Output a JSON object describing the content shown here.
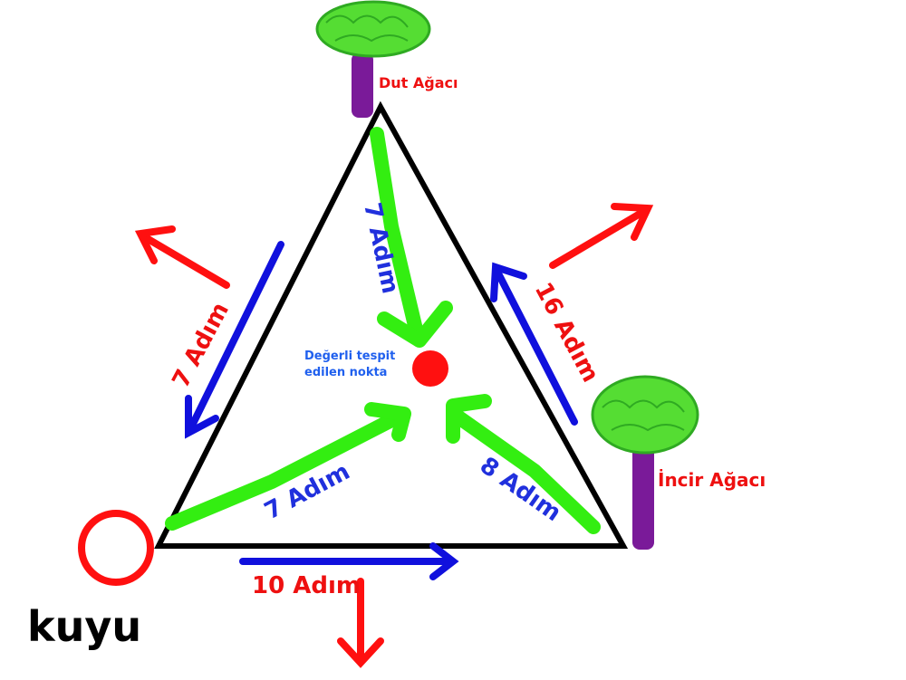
{
  "labels": {
    "top_tree": "Dut Ağacı",
    "right_tree": "İncir Ağacı",
    "well": "kuyu",
    "point_line1": "Değerli tespit",
    "point_line2": "edilen nokta",
    "left_side_steps": "7 Adım",
    "right_side_steps": "16 Adım",
    "bottom_side_steps": "10 Adım",
    "from_top_steps": "7 Adım",
    "from_left_steps": "7 Adım",
    "from_right_steps": "8 Adım"
  },
  "colors": {
    "triangle": "#000000",
    "path_arrow": "#33ee11",
    "side_arrow": "#1010dd",
    "outward_arrow": "#ff1010",
    "point": "#ff1010",
    "tree_crown": "#55dd33",
    "tree_trunk": "#7a1a99",
    "blue_text": "#2030dd",
    "red_text": "#ee1010",
    "point_text": "#2060ee"
  }
}
